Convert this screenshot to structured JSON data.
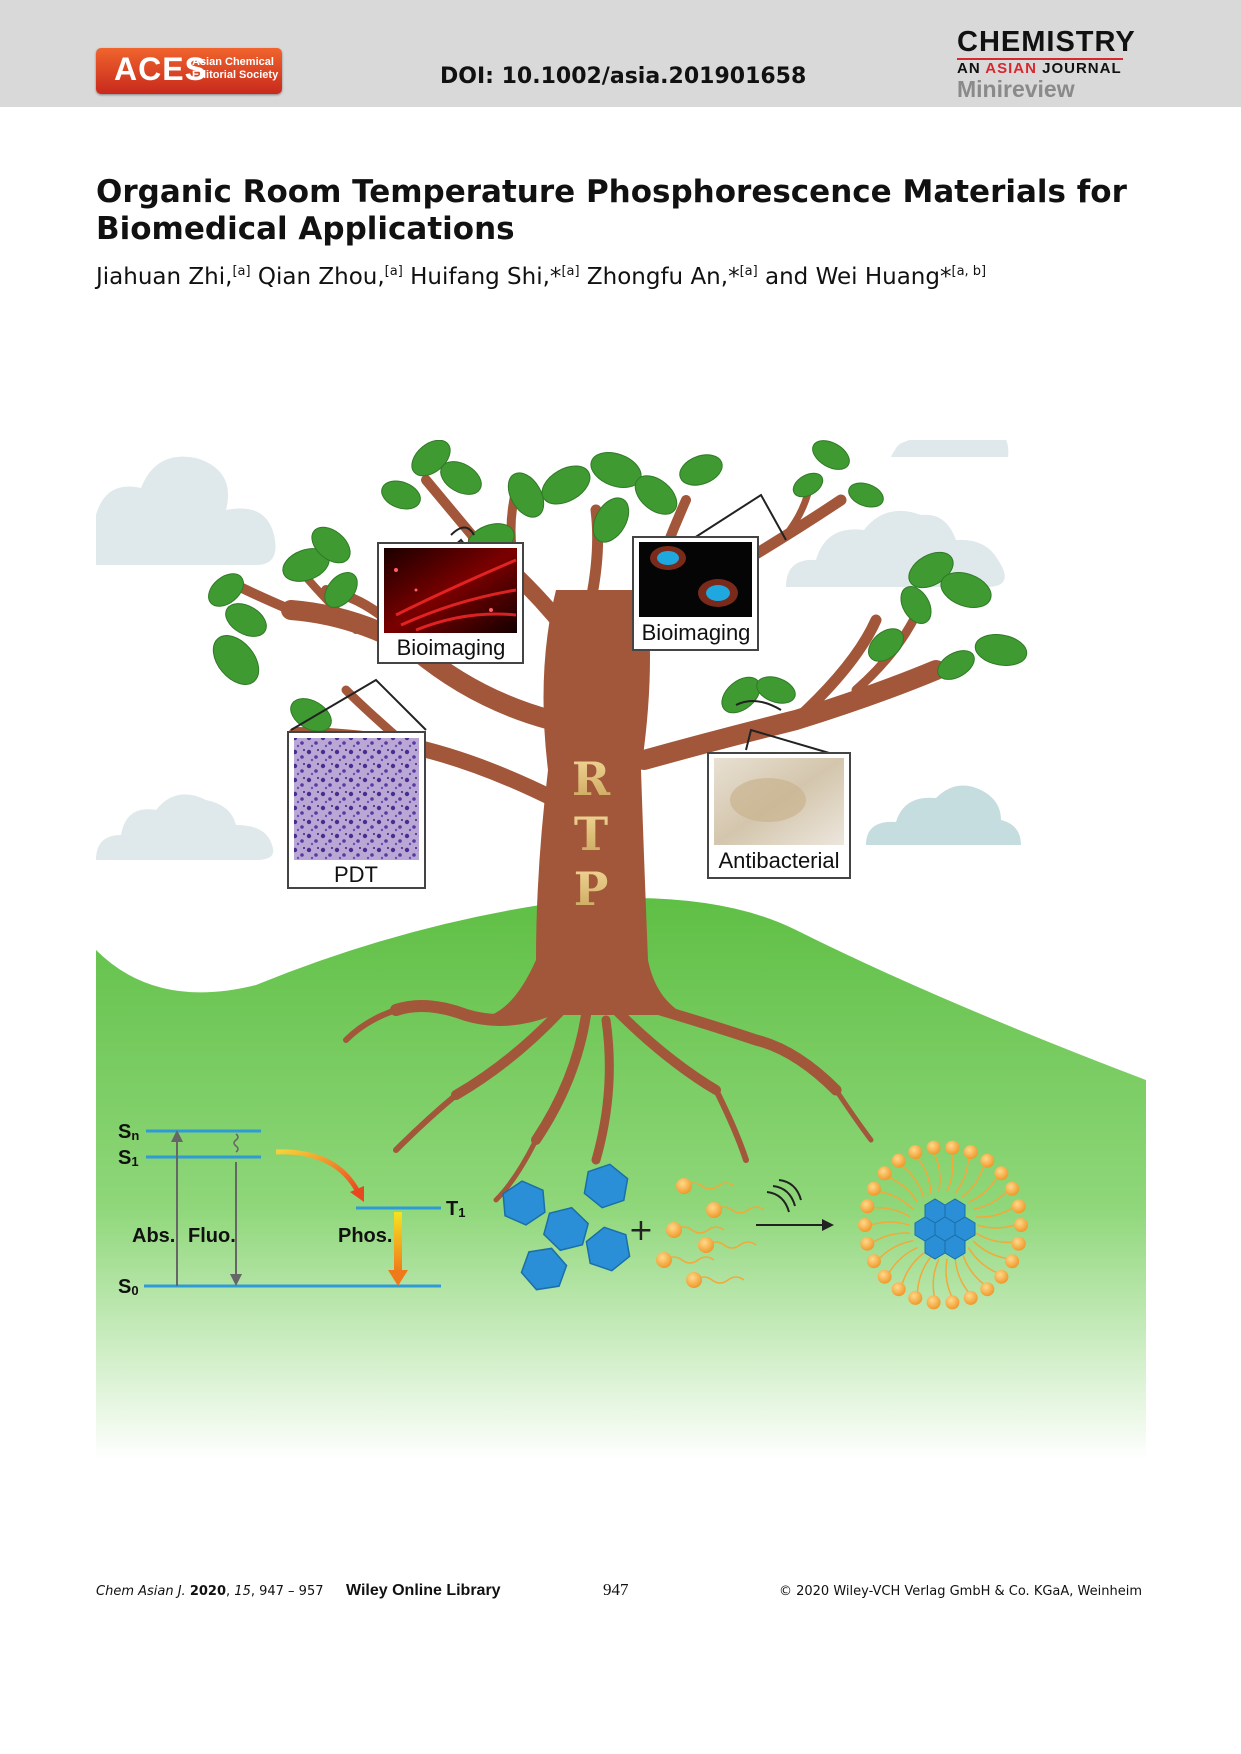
{
  "header": {
    "aces_logo": {
      "big": "ACES",
      "small_line1": "Asian Chemical",
      "small_line2": "Editorial Society"
    },
    "doi": "DOI: 10.1002/asia.201901658",
    "journal": {
      "line1": "CHEMISTRY",
      "line2_prefix": "AN ",
      "line2_accent": "ASIAN",
      "line2_suffix": " JOURNAL",
      "section": "Minireview"
    }
  },
  "article": {
    "title": "Organic Room Temperature Phosphorescence Materials for Biomedical Applications",
    "authors": [
      {
        "name": "Jiahuan Zhi,",
        "aff": "[a]"
      },
      {
        "name": "Qian Zhou,",
        "aff": "[a]"
      },
      {
        "name": "Huifang Shi,*",
        "aff": "[a]"
      },
      {
        "name": "Zhongfu An,*",
        "aff": "[a]"
      },
      {
        "name": "and Wei Huang*",
        "aff": "[a, b]"
      }
    ]
  },
  "figure": {
    "trunk_letters": [
      "R",
      "T",
      "P"
    ],
    "frames": {
      "bioimaging_left": "Bioimaging",
      "bioimaging_right": "Bioimaging",
      "pdt": "PDT",
      "antibacterial": "Antibacterial"
    },
    "energy_diagram": {
      "levels": {
        "sn": "S",
        "sn_sub": "n",
        "s1": "S",
        "s1_sub": "1",
        "s0": "S",
        "s0_sub": "0",
        "t1": "T",
        "t1_sub": "1"
      },
      "processes": {
        "abs": "Abs.",
        "fluo": "Fluo.",
        "phos": "Phos."
      }
    },
    "plus_sign": "+",
    "colors": {
      "sky_cloud": "#dfe8ea",
      "hill": "#6cc54f",
      "trunk": "#a2573a",
      "leaf": "#3f9a32",
      "level_line": "#2e9bd6",
      "hexagon": "#2a8fd6",
      "surfactant": "#f3a93a"
    }
  },
  "footer": {
    "citation_journal": "Chem Asian J.",
    "citation_year": "2020",
    "citation_vol": "15",
    "citation_pages": "947 – 957",
    "library": "Wiley Online Library",
    "page_number": "947",
    "copyright": "© 2020 Wiley-VCH Verlag GmbH & Co. KGaA, Weinheim"
  }
}
